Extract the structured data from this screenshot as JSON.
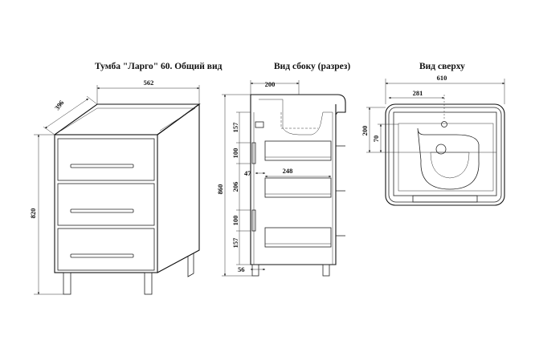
{
  "titles": {
    "main": "Тумба \"Ларго\" 60. Общий вид",
    "side": "Вид сбоку (разрез)",
    "top": "Вид сверху"
  },
  "front": {
    "depth": "396",
    "width": "562",
    "height": "820"
  },
  "side": {
    "width": "200",
    "height": "860",
    "top_gap": "157",
    "handle_upper": "100",
    "drawer_depth": "248",
    "offset": "47",
    "middle": "206",
    "handle_lower": "100",
    "bottom_gap": "157",
    "legs": "56"
  },
  "topview": {
    "width": "610",
    "hole_offset": "281",
    "depth": "200",
    "inner": "70"
  }
}
